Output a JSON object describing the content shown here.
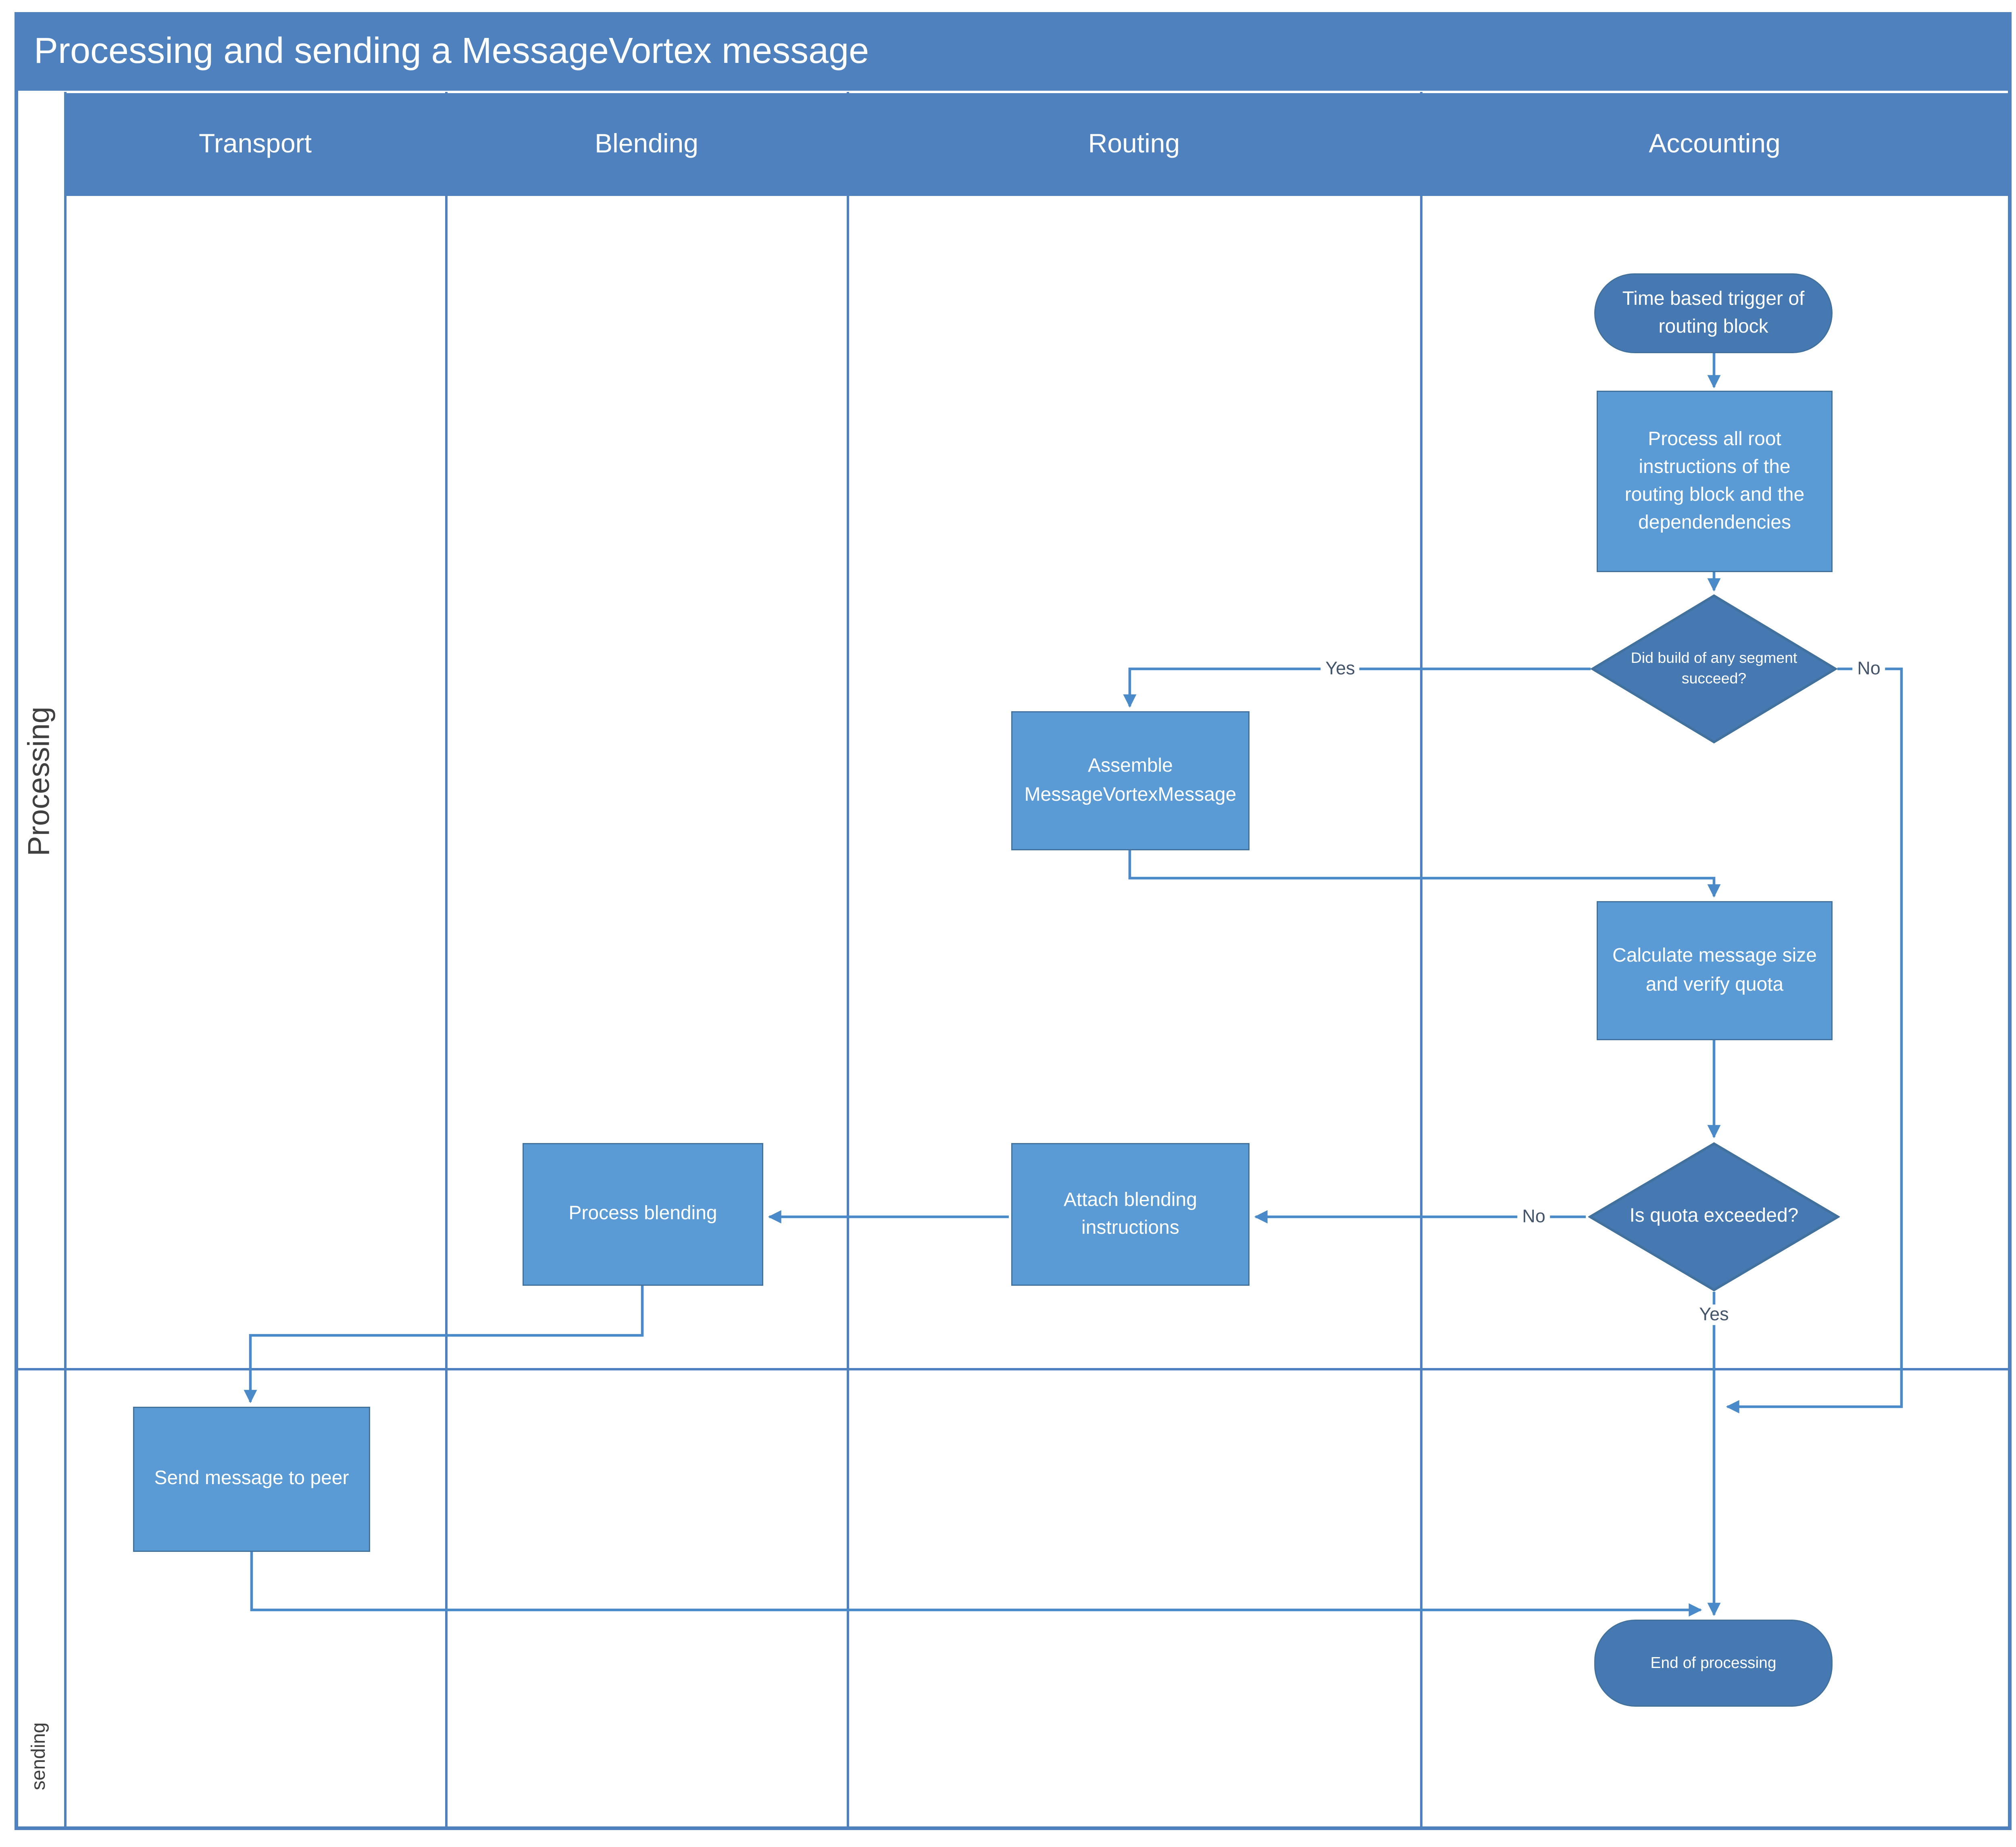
{
  "title": "Processing and sending a MessageVortex message",
  "columns": [
    "Transport",
    "Blending",
    "Routing",
    "Accounting"
  ],
  "rows": [
    "Processing",
    "sending"
  ],
  "nodes": {
    "trigger": "Time based trigger of routing block",
    "process_root": "Process all root instructions of the routing block and the dependendencies",
    "build_succeed": "Did build of any segment succeed?",
    "assemble": "Assemble MessageVortexMessage",
    "calculate": "Calculate message size and verify quota",
    "quota_exceeded": "Is quota exceeded?",
    "attach": "Attach blending instructions",
    "process_blending": "Process blending",
    "send": "Send message to peer",
    "end": "End of processing"
  },
  "edge_labels": {
    "build_yes": "Yes",
    "build_no": "No",
    "quota_no": "No",
    "quota_yes": "Yes"
  },
  "colors": {
    "header": "#4e81bd",
    "node_fill": "#5b9bd5",
    "node_border": "#41719c",
    "terminator_fill": "#4678b2",
    "connector": "#4a8ac9",
    "lane_border": "#4e81bd"
  }
}
